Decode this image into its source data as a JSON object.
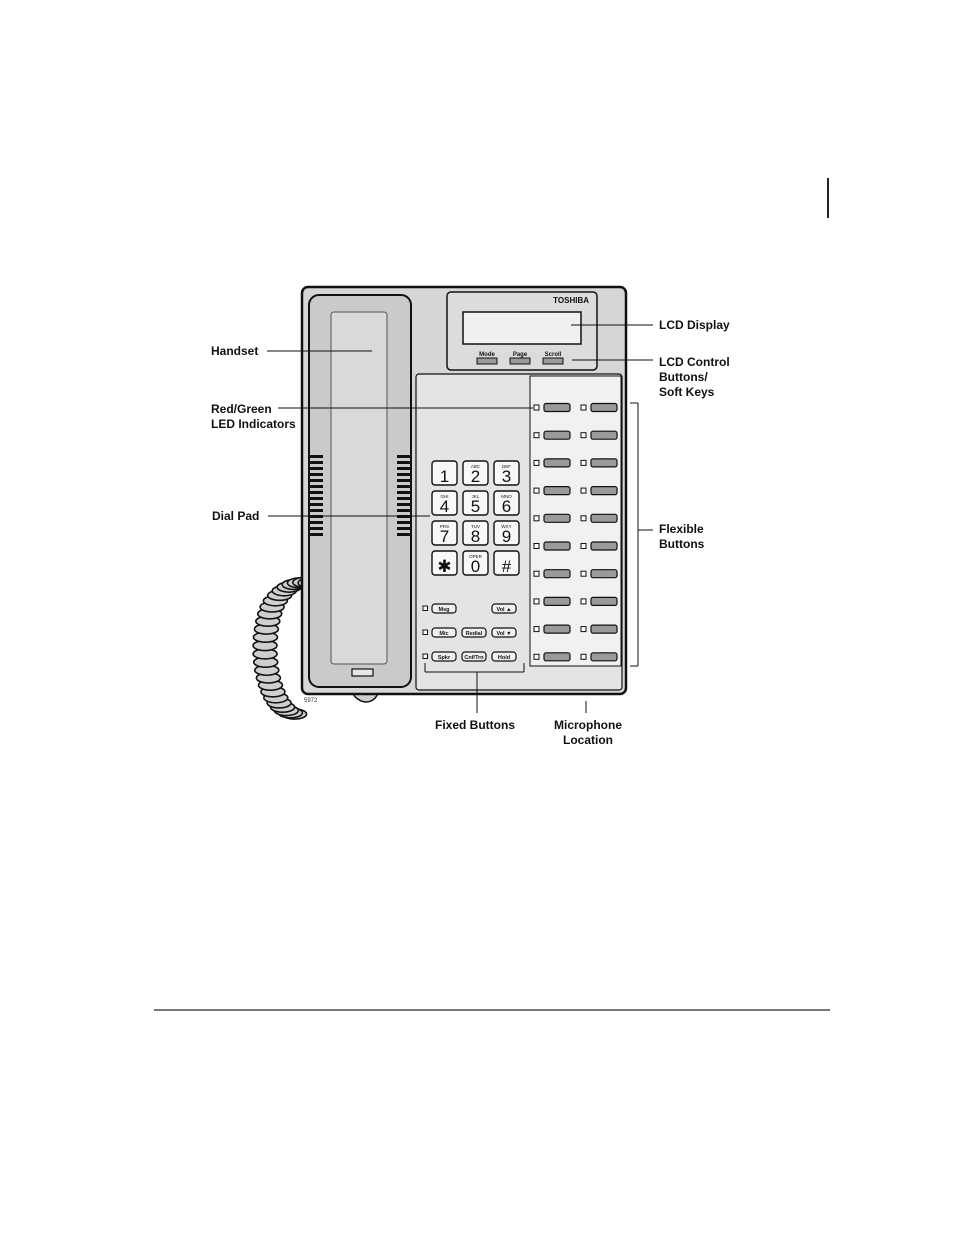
{
  "brand": "TOSHIBA",
  "figure_id": "5972",
  "soft_keys": [
    "Mode",
    "Page",
    "Scroll"
  ],
  "dial_pad": [
    {
      "digit": "1",
      "letters": ""
    },
    {
      "digit": "2",
      "letters": "ABC"
    },
    {
      "digit": "3",
      "letters": "DEF"
    },
    {
      "digit": "4",
      "letters": "GHI"
    },
    {
      "digit": "5",
      "letters": "JKL"
    },
    {
      "digit": "6",
      "letters": "MNO"
    },
    {
      "digit": "7",
      "letters": "PRS"
    },
    {
      "digit": "8",
      "letters": "TUV"
    },
    {
      "digit": "9",
      "letters": "WXY"
    },
    {
      "digit": "✱",
      "letters": ""
    },
    {
      "digit": "0",
      "letters": "OPER"
    },
    {
      "digit": "#",
      "letters": ""
    }
  ],
  "fixed_buttons": {
    "row1": [
      "Msg",
      "",
      "Vol ▲"
    ],
    "row2": [
      "Mic",
      "Redial",
      "Vol ▼"
    ],
    "row3": [
      "Spkr",
      "Cnf/Trn",
      "Hold"
    ]
  },
  "flexible_button_rows": 10,
  "callouts": {
    "handset": [
      "Handset"
    ],
    "led": [
      "Red/Green",
      "LED Indicators"
    ],
    "dial_pad": [
      "Dial Pad"
    ],
    "lcd_display": [
      "LCD Display"
    ],
    "lcd_control": [
      "LCD Control",
      "Buttons/",
      "Soft Keys"
    ],
    "flexible": [
      "Flexible",
      "Buttons"
    ],
    "fixed": [
      "Fixed Buttons"
    ],
    "microphone": [
      "Microphone",
      "Location"
    ]
  },
  "colors": {
    "body": "#d6d6d6",
    "panel": "#e4e4e4",
    "button": "#9a9a9a",
    "outline": "#111111"
  }
}
